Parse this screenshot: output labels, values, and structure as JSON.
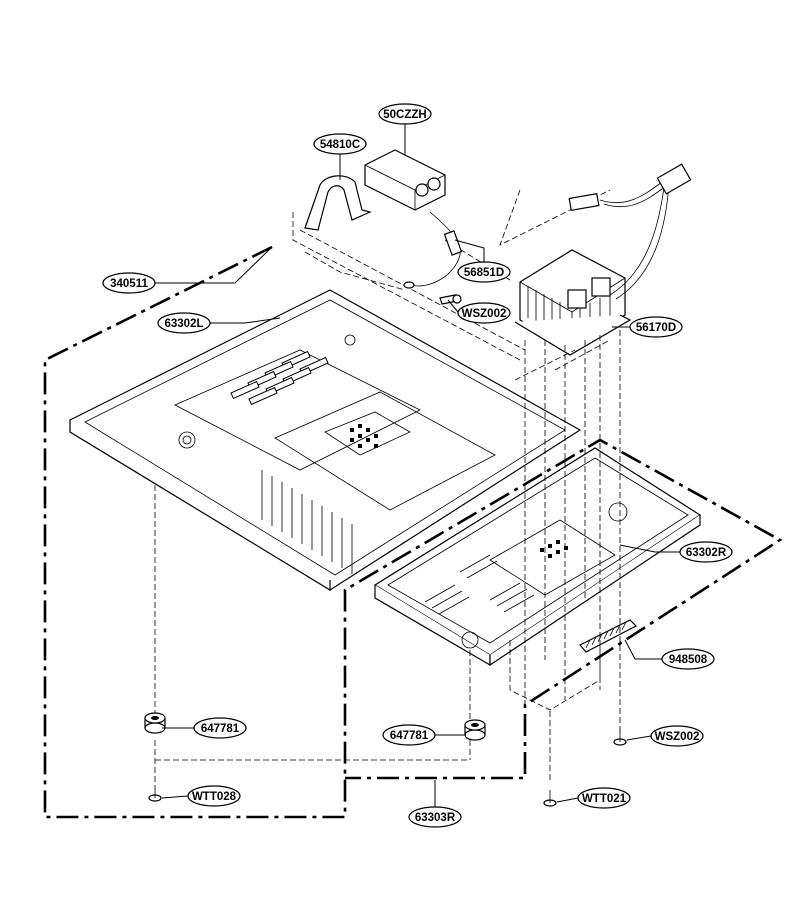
{
  "labels": {
    "l_50czzh": "50CZZH",
    "l_54810c": "54810C",
    "l_56851d": "56851D",
    "l_340511": "340511",
    "l_63302l": "63302L",
    "l_wsz002a": "WSZ002",
    "l_56170d": "56170D",
    "l_63302r": "63302R",
    "l_948508": "948508",
    "l_647781a": "647781",
    "l_647781b": "647781",
    "l_wsz002b": "WSZ002",
    "l_wtt028": "WTT028",
    "l_wtt021": "WTT021",
    "l_63303r": "63303R"
  },
  "colors": {
    "ink": "#000000",
    "paper": "#ffffff"
  }
}
